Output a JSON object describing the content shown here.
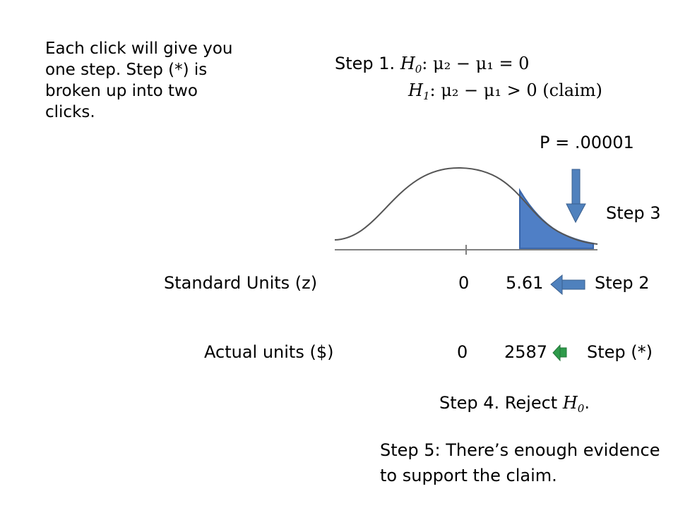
{
  "note": "Each click will give you one step.  Step (*) is broken up into two clicks.",
  "step1": {
    "label": "Step 1. ",
    "h0": {
      "symbol": "H",
      "sub": "0",
      "text": ":  μ₂ − μ₁ = 0"
    },
    "h1": {
      "symbol": "H",
      "sub": "1",
      "text": ":  μ₂ − μ₁ > 0  (claim)"
    }
  },
  "p_value": "P = .00001",
  "step3": "Step 3",
  "standard_row": {
    "label": "Standard Units (z)",
    "zero": "0",
    "value": "5.61",
    "step": "Step 2"
  },
  "actual_row": {
    "label": "Actual units ($)",
    "zero": "0",
    "value": "2587",
    "step": "Step (*)"
  },
  "step4": {
    "label": "Step 4.  Reject ",
    "symbol": "H",
    "sub": "0",
    "end": "."
  },
  "step5": "Step 5:  There’s enough evidence to support the claim.",
  "colors": {
    "tail_fill": "#4f7fc6",
    "arrow_blue": "#4f81bd",
    "arrow_green": "#2e9a4a",
    "axis": "#808080"
  },
  "icons": {
    "down_arrow": "down-arrow-icon",
    "left_arrow": "left-arrow-icon"
  }
}
